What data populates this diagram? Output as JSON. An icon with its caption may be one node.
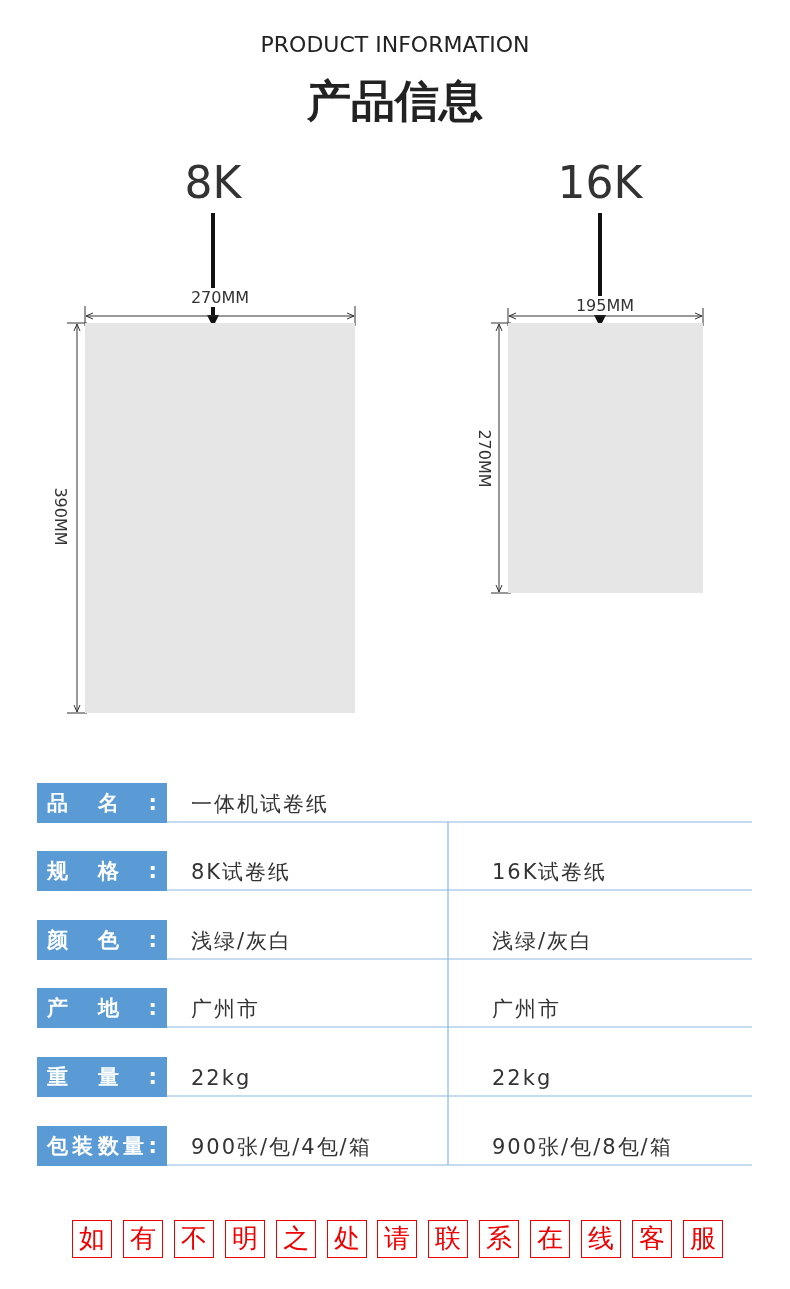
{
  "diagram": {
    "title": "产品信息",
    "nodes": [
      {
        "text": [
          "8K"
        ]
      },
      {
        "text": [],
        "shape": "box"
      },
      {
        "text": [
          "16K"
        ]
      },
      {
        "text": [],
        "shape": "box"
      },
      {
        "text": [
          "如"
        ]
      },
      {
        "text": [
          "有"
        ]
      },
      {
        "text": [
          "不"
        ]
      },
      {
        "text": [
          "明"
        ]
      },
      {
        "text": [
          "之"
        ]
      },
      {
        "text": [
          "处"
        ]
      },
      {
        "text": [
          "请"
        ]
      },
      {
        "text": [
          "联"
        ]
      },
      {
        "text": [
          "系"
        ]
      },
      {
        "text": [
          "在"
        ]
      },
      {
        "text": [
          "线"
        ]
      },
      {
        "text": [
          "客"
        ]
      },
      {
        "text": [
          "服"
        ]
      }
    ],
    "edges": [
      {
        "from": 0,
        "to": 1,
        "arrow": "to"
      },
      {
        "from": 2,
        "to": 3,
        "arrow": "to"
      }
    ],
    "labels": [
      "PRODUCT INFORMATION",
      "270MM",
      "390MM",
      "195MM",
      "270MM",
      "品名:",
      "一体机试卷纸",
      "规格:",
      "8K试卷纸",
      "16K试卷纸",
      "颜色:",
      "浅绿/灰白",
      "浅绿/灰白",
      "产地:",
      "广州市",
      "广州市",
      "重量:",
      "22kg",
      "22kg",
      "包装数量:",
      "900张/包/4包/箱",
      "900张/包/8包/箱"
    ]
  }
}
